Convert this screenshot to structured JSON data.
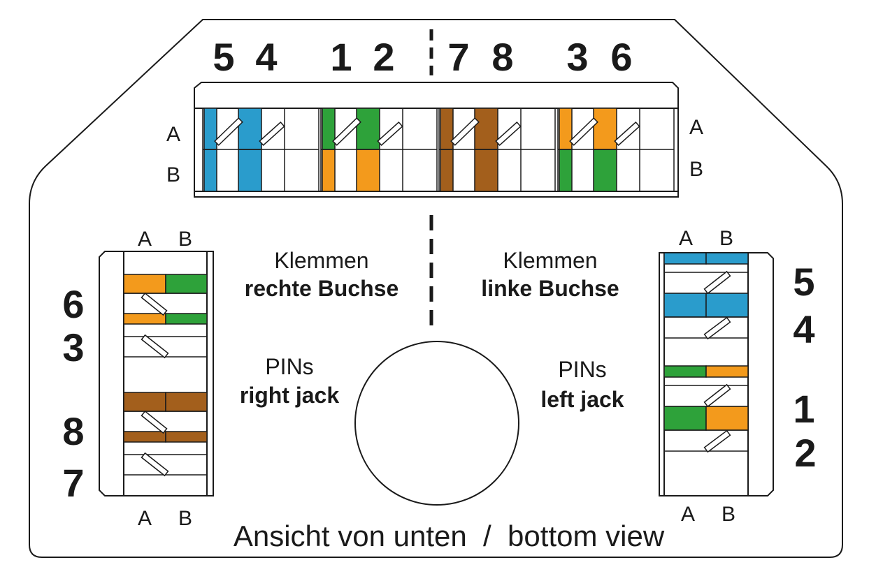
{
  "colors": {
    "blue": "#2a9ccc",
    "green": "#2ea23a",
    "orange": "#f39a1c",
    "brown": "#a35f1c",
    "outline": "#1a1a1a",
    "background": "#ffffff"
  },
  "top_block": {
    "pin_numbers": [
      "5",
      "4",
      "1",
      "2",
      "7",
      "8",
      "3",
      "6"
    ],
    "side_labels": {
      "a": "A",
      "b": "B"
    },
    "groups": [
      {
        "row_a": "blue",
        "row_b": "blue"
      },
      {
        "row_a": "green",
        "row_b": "orange"
      },
      {
        "row_a": "brown",
        "row_b": "brown"
      },
      {
        "row_a": "orange",
        "row_b": "green"
      }
    ]
  },
  "left_block": {
    "pin_numbers": [
      "6",
      "3",
      "8",
      "7"
    ],
    "column_labels": {
      "a": "A",
      "b": "B"
    },
    "groups": [
      {
        "col_a": "orange",
        "col_b": "green"
      },
      {
        "col_a": "brown",
        "col_b": "brown"
      }
    ]
  },
  "right_block": {
    "pin_numbers": [
      "5",
      "4",
      "1",
      "2"
    ],
    "column_labels": {
      "a": "A",
      "b": "B"
    },
    "groups": [
      {
        "col_a": "blue",
        "col_b": "blue"
      },
      {
        "col_a": "green",
        "col_b": "orange"
      }
    ]
  },
  "labels": {
    "klemmen_right": "Klemmen",
    "rechte_buchse": "rechte Buchse",
    "klemmen_left": "Klemmen",
    "linke_buchse": "linke Buchse",
    "pins_right": "PINs",
    "right_jack": "right jack",
    "pins_left": "PINs",
    "left_jack": "left jack",
    "footer": "Ansicht von unten  /  bottom view"
  }
}
